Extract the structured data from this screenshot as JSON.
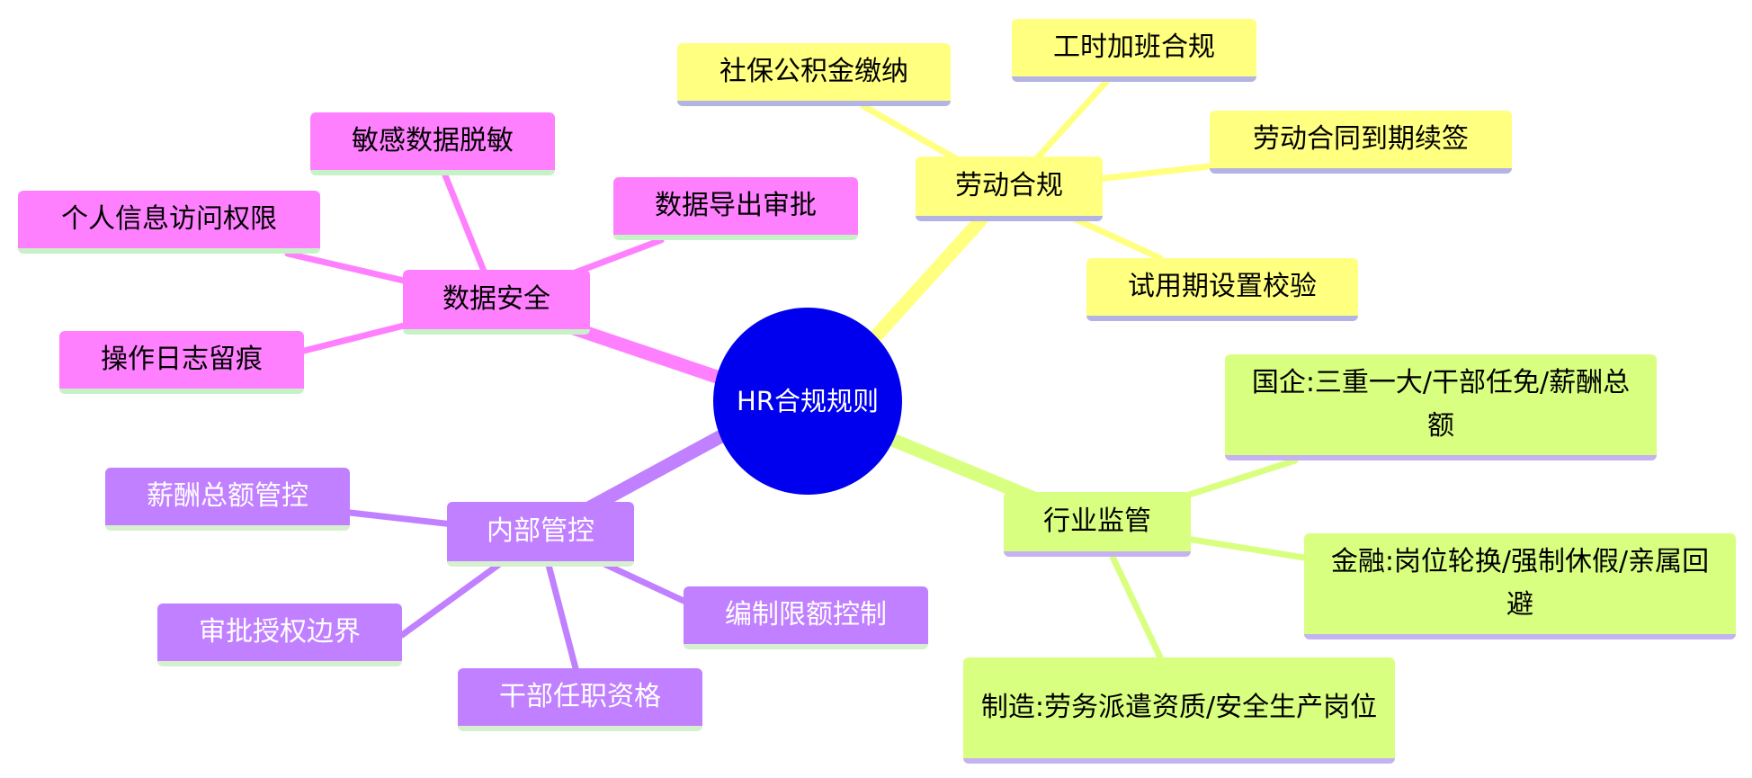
{
  "root": {
    "label": "HR合规规则"
  },
  "branches": [
    {
      "label": "劳动合规",
      "color": "#ffff80",
      "children": [
        {
          "label": "社保公积金缴纳"
        },
        {
          "label": "工时加班合规"
        },
        {
          "label": "劳动合同到期续签"
        },
        {
          "label": "试用期设置校验"
        }
      ]
    },
    {
      "label": "数据安全",
      "color": "#ff80ff",
      "children": [
        {
          "label": "敏感数据脱敏"
        },
        {
          "label": "个人信息访问权限"
        },
        {
          "label": "数据导出审批"
        },
        {
          "label": "操作日志留痕"
        }
      ]
    },
    {
      "label": "内部管控",
      "color": "#c080ff",
      "children": [
        {
          "label": "薪酬总额管控"
        },
        {
          "label": "审批授权边界"
        },
        {
          "label": "干部任职资格"
        },
        {
          "label": "编制限额控制"
        }
      ]
    },
    {
      "label": "行业监管",
      "color": "#d9ff80",
      "children": [
        {
          "label": "国企:三重一大/干部任免/薪酬总额"
        },
        {
          "label": "金融:岗位轮换/强制休假/亲属回避"
        },
        {
          "label": "制造:劳务派遣资质/安全生产岗位"
        }
      ]
    }
  ]
}
